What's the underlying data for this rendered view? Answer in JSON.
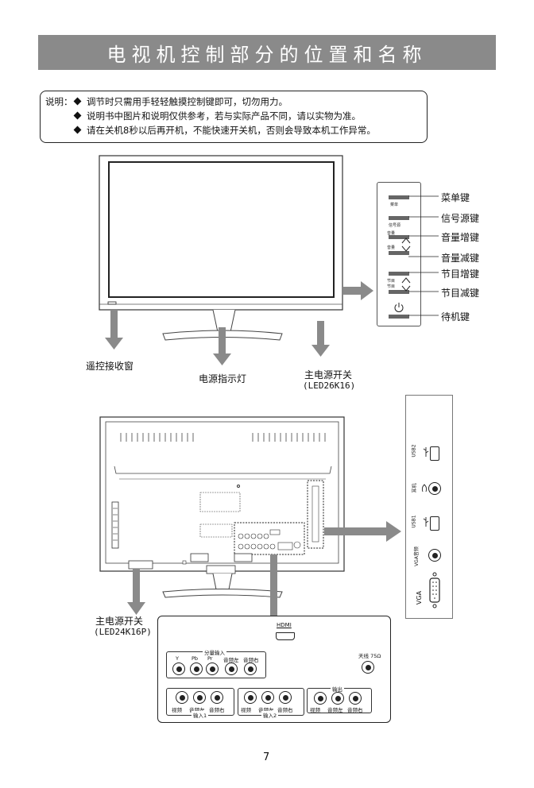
{
  "title": "电视机控制部分的位置和名称",
  "note": {
    "label": "说明：",
    "lines": [
      "调节时只需用手轻轻触摸控制键即可，切勿用力。",
      "说明书中图片和说明仅供参考，若与实际产品不同，请以实物为准。",
      "请在关机8秒以后再开机，不能快速开关机，否则会导致本机工作异常。"
    ]
  },
  "front": {
    "remote_window": "遥控接收窗",
    "power_indicator": "电源指示灯",
    "main_power_switch": "主电源开关",
    "main_power_model": "(LED26K16)"
  },
  "side_panel": {
    "buttons": [
      {
        "label": "菜单",
        "name": "菜单键"
      },
      {
        "label": "信号源",
        "name": "信号源键"
      },
      {
        "label": "音量",
        "name": "音量增键"
      },
      {
        "label": "音量",
        "name": "音量减键"
      },
      {
        "label": "节目",
        "name": "节目增键"
      },
      {
        "label": "节目",
        "name": "节目减键"
      },
      {
        "label": "",
        "name": "待机键"
      }
    ]
  },
  "back": {
    "main_power_switch": "主电源开关",
    "main_power_model": "(LED24K16P)"
  },
  "side_jacks": [
    "USB2",
    "耳机",
    "USB1",
    "VGA音频",
    "VGA"
  ],
  "io_panel": {
    "hdmi": "HDMI",
    "component_title": "分量输入",
    "component_labels": [
      "Y",
      "Pb",
      "Pr",
      "音频左",
      "音频右"
    ],
    "antenna": "天线 75Ω",
    "input1": {
      "labels": [
        "视频",
        "音频左",
        "音频右"
      ],
      "title": "输入1"
    },
    "input2": {
      "labels": [
        "视频",
        "音频左",
        "音频右"
      ],
      "title": "输入2"
    },
    "output": {
      "title": "输出",
      "labels": [
        "视频",
        "音频左",
        "音频右"
      ]
    }
  },
  "page_number": "7"
}
